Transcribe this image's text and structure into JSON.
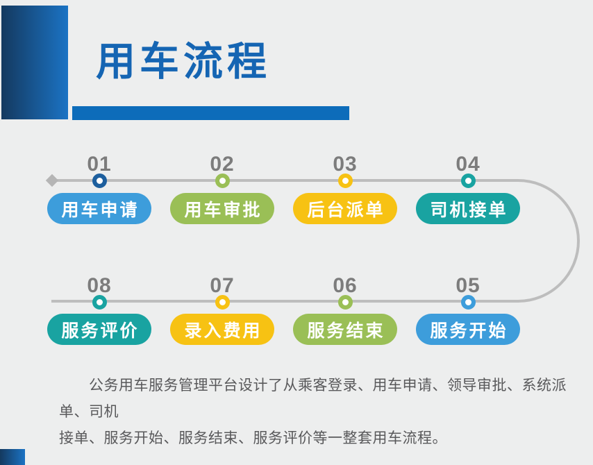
{
  "page": {
    "background_color": "#edeeee"
  },
  "header": {
    "title": "用车流程",
    "title_color": "#1565b3",
    "accent_bar_gradient_start": "#14395f",
    "accent_bar_gradient_end": "#1b73c4",
    "underline_color": "#0d6cba"
  },
  "flow": {
    "line_color": "#bdbdbd",
    "diamond_color": "#b5b5b5",
    "number_color": "#7c7c7c",
    "top_row": [
      {
        "number": "01",
        "label": "用车申请",
        "pill_color": "#3d9ddb",
        "dot_color": "#1d5f9e"
      },
      {
        "number": "02",
        "label": "用车审批",
        "pill_color": "#9abf56",
        "dot_color": "#9abf56"
      },
      {
        "number": "03",
        "label": "后台派单",
        "pill_color": "#f7c213",
        "dot_color": "#f7c213"
      },
      {
        "number": "04",
        "label": "司机接单",
        "pill_color": "#19a3a1",
        "dot_color": "#19a3a1"
      }
    ],
    "bottom_row": [
      {
        "number": "08",
        "label": "服务评价",
        "pill_color": "#19a3a1",
        "dot_color": "#19a3a1"
      },
      {
        "number": "07",
        "label": "录入费用",
        "pill_color": "#f7c213",
        "dot_color": "#f7c213"
      },
      {
        "number": "06",
        "label": "服务结束",
        "pill_color": "#9abf56",
        "dot_color": "#9abf56"
      },
      {
        "number": "05",
        "label": "服务开始",
        "pill_color": "#3d9ddb",
        "dot_color": "#3d9ddb"
      }
    ]
  },
  "description": {
    "text_color": "#59595b",
    "line1": "公务用车服务管理平台设计了从乘客登录、用车申请、领导审批、系统派单、司机",
    "line2": "接单、服务开始、服务结束、服务评价等一整套用车流程。"
  }
}
